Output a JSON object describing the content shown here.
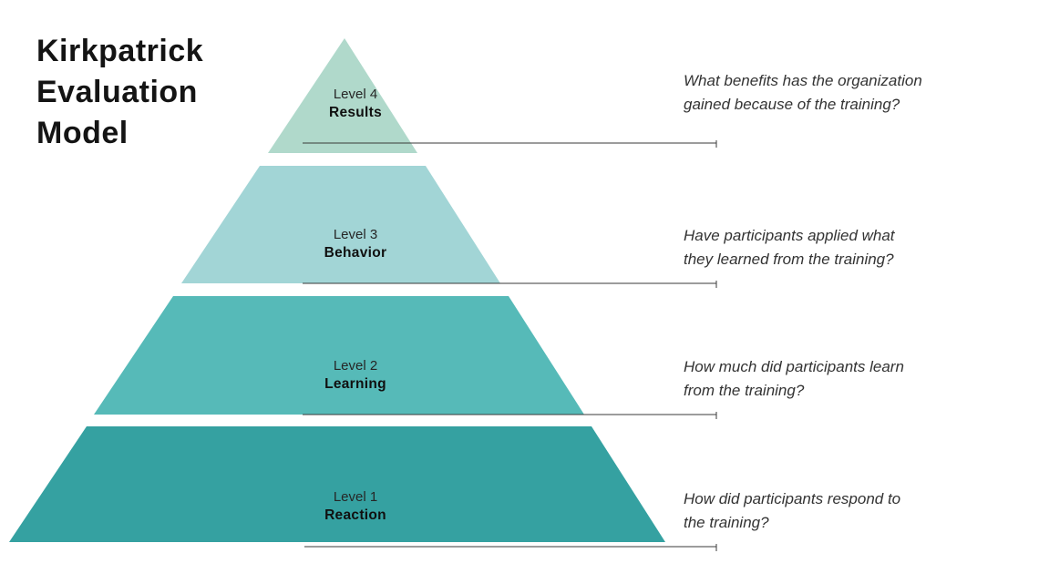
{
  "title": "Kirkpatrick\nEvaluation\nModel",
  "levels": [
    {
      "level_label": "Level 4",
      "name": "Results",
      "question": "What benefits has the organization\ngained because of the training?",
      "color": "#b0d9cb"
    },
    {
      "level_label": "Level 3",
      "name": "Behavior",
      "question": "Have participants applied what\nthey learned from the training?",
      "color": "#a2d5d6"
    },
    {
      "level_label": "Level 2",
      "name": "Learning",
      "question": "How much did participants learn\nfrom the training?",
      "color": "#56bab8"
    },
    {
      "level_label": "Level 1",
      "name": "Reaction",
      "question": "How did participants respond to\nthe training?",
      "color": "#35a1a1"
    }
  ],
  "line_color": "#3a3a3a"
}
